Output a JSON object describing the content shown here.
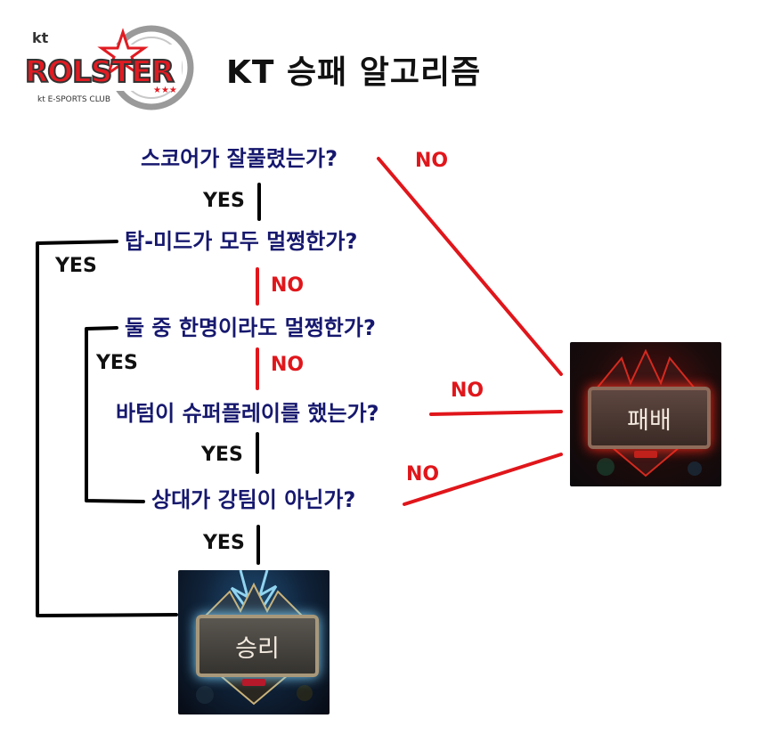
{
  "logo": {
    "top_text": "kt",
    "brand_text": "ROLSTER",
    "sub_text": "kt E-SPORTS CLUB"
  },
  "title": "KT 승패 알고리즘",
  "questions": [
    "스코어가 잘풀렸는가?",
    "탑-미드가 모두 멀쩡한가?",
    "둘 중 한명이라도 멀쩡한가?",
    "바텀이 슈퍼플레이를 했는가?",
    "상대가 강팀이 아닌가?"
  ],
  "labels": {
    "yes": "YES",
    "no": "NO"
  },
  "results": {
    "lose": "패배",
    "win": "승리"
  },
  "colors": {
    "question_text": "#16186e",
    "no_line": "#e0161b",
    "yes_line": "#000000"
  }
}
